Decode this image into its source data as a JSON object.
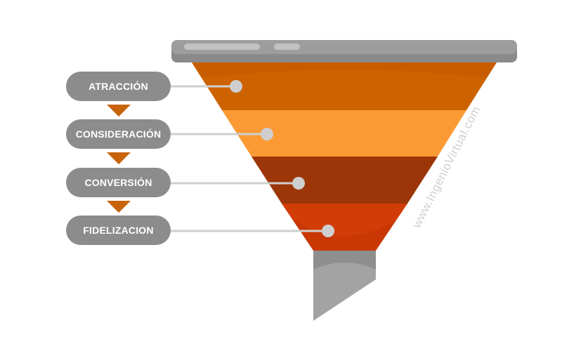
{
  "stages": [
    {
      "label": "ATRACCIÓN",
      "color": "#cd6300"
    },
    {
      "label": "CONSIDERACIÓN",
      "color": "#fb9a35"
    },
    {
      "label": "CONVERSIÓN",
      "color": "#9c3608"
    },
    {
      "label": "FIDELIZACION",
      "color": "#c93705"
    }
  ],
  "watermark": "www.IngenioVirtual.com",
  "colors": {
    "pill": "#8c8c8c",
    "arrow": "#c8630a",
    "connector": "#cfcfcf",
    "funnel_rim": "#8a8a8a",
    "spout": "#a3a3a3"
  }
}
